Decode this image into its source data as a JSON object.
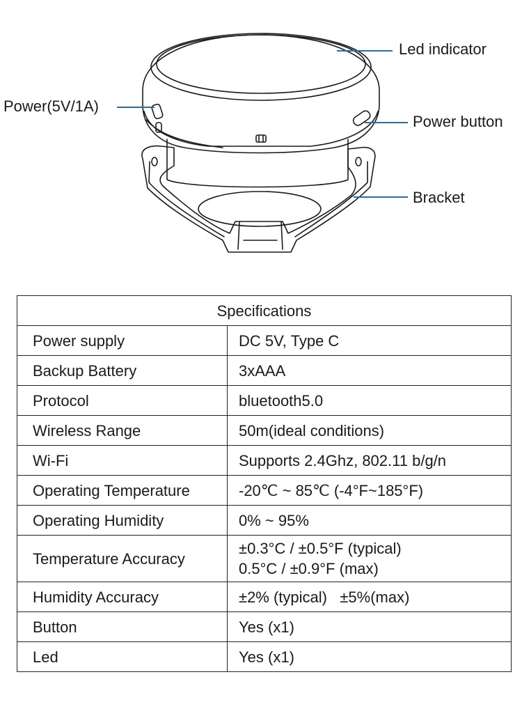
{
  "diagram": {
    "labels": {
      "led": "Led indicator",
      "power": "Power(5V/1A)",
      "power_button": "Power button",
      "bracket": "Bracket"
    },
    "line_color": "#2b6cb0"
  },
  "specs": {
    "title": "Specifications",
    "rows": [
      {
        "label": "Power supply",
        "value": "DC 5V, Type C"
      },
      {
        "label": "Backup Battery",
        "value": "3xAAA"
      },
      {
        "label": "Protocol",
        "value": "bluetooth5.0"
      },
      {
        "label": "Wireless Range",
        "value": "50m(ideal conditions)"
      },
      {
        "label": "Wi-Fi",
        "value": "Supports 2.4Ghz, 802.11 b/g/n"
      },
      {
        "label": "Operating Temperature",
        "value": "-20℃ ~ 85℃ (-4°F~185°F)"
      },
      {
        "label": "Operating Humidity",
        "value": "0% ~ 95%"
      },
      {
        "label": "Temperature Accuracy",
        "value": "±0.3°C / ±0.5°F (typical)",
        "value2": "0.5°C / ±0.9°F (max)"
      },
      {
        "label": "Humidity Accuracy",
        "value": "±2% (typical)   ±5%(max)"
      },
      {
        "label": "Button",
        "value": "Yes (x1)"
      },
      {
        "label": "Led",
        "value": "Yes (x1)"
      }
    ]
  }
}
